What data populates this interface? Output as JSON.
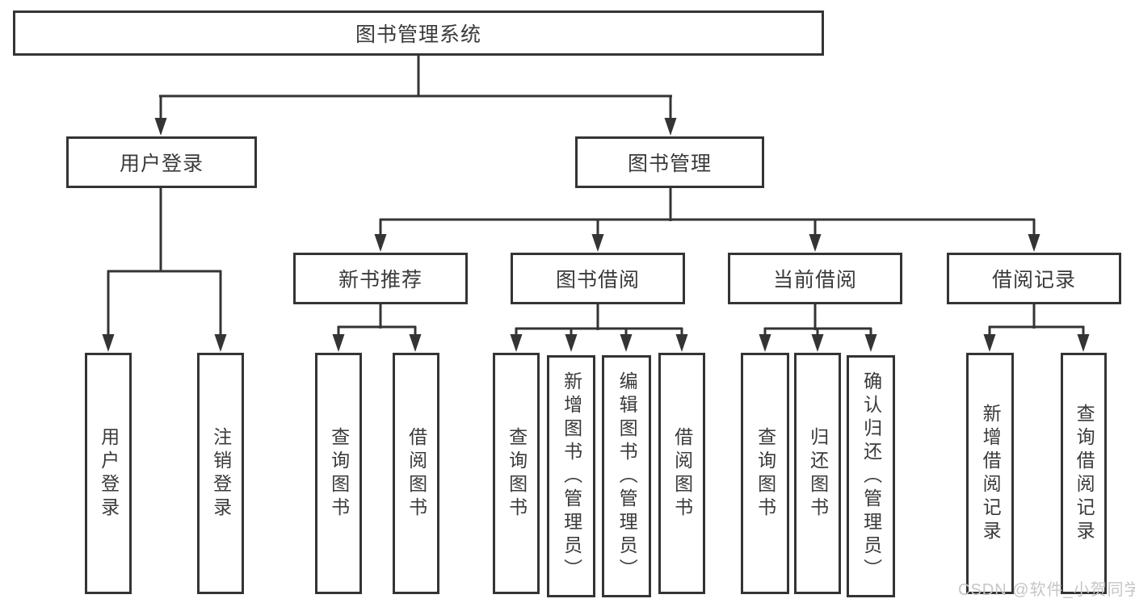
{
  "colors": {
    "line": "#343434",
    "text": "#3a3a3a",
    "watermark": "#c6c6c6",
    "background": "#ffffff"
  },
  "watermark": {
    "text": "CSDN @软件_小贺同学"
  },
  "diagram": {
    "type": "hierarchy-tree",
    "root": {
      "label": "图书管理系统"
    },
    "branches": [
      {
        "label": "用户登录",
        "children": [
          {
            "label": "用户登录"
          },
          {
            "label": "注销登录"
          }
        ]
      },
      {
        "label": "图书管理",
        "children": [
          {
            "label": "新书推荐",
            "children": [
              {
                "label": "查询图书"
              },
              {
                "label": "借阅图书"
              }
            ]
          },
          {
            "label": "图书借阅",
            "children": [
              {
                "label": "查询图书"
              },
              {
                "label": "新增图书（管理员）"
              },
              {
                "label": "编辑图书（管理员）"
              },
              {
                "label": "借阅图书"
              }
            ]
          },
          {
            "label": "当前借阅",
            "children": [
              {
                "label": "查询图书"
              },
              {
                "label": "归还图书"
              },
              {
                "label": "确认归还（管理员）"
              }
            ]
          },
          {
            "label": "借阅记录",
            "children": [
              {
                "label": "新增借阅记录"
              },
              {
                "label": "查询借阅记录"
              }
            ]
          }
        ]
      }
    ]
  }
}
